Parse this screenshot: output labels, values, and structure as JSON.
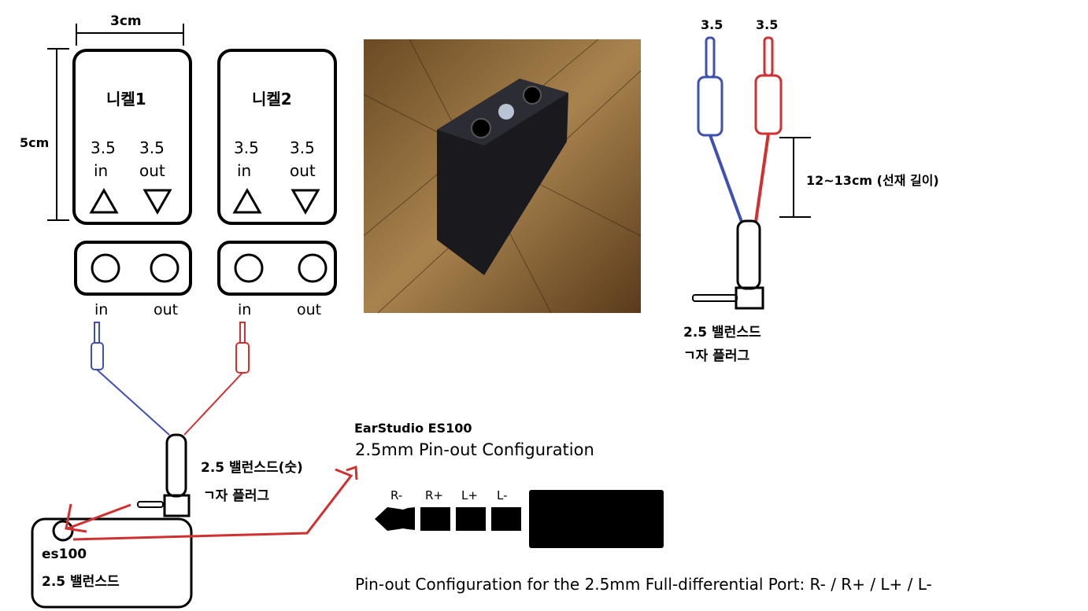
{
  "dimensions": {
    "width": "3cm",
    "height": "5cm"
  },
  "boxes": [
    {
      "title": "니켈1",
      "in_label": "3.5\nin",
      "in_size": "3.5",
      "in_text": "in",
      "out_size": "3.5",
      "out_text": "out",
      "jack_in": "in",
      "jack_out": "out"
    },
    {
      "title": "니켈2",
      "in_size": "3.5",
      "in_text": "in",
      "out_size": "3.5",
      "out_text": "out",
      "jack_in": "in",
      "jack_out": "out"
    }
  ],
  "left_plug": {
    "line1": "2.5 밸런스드(숫)",
    "line2": "ㄱ자 플러그"
  },
  "es100": {
    "name": "es100",
    "port": "2.5 밸런스드"
  },
  "right_cable": {
    "plug_a": "3.5",
    "plug_b": "3.5",
    "length": "12~13cm (선재 길이)",
    "line1": "2.5 밸런스드",
    "line2": "ㄱ자 플러그"
  },
  "pinout": {
    "brand": "EarStudio ES100",
    "title": "2.5mm Pin-out Configuration",
    "pins": [
      "R-",
      "R+",
      "L+",
      "L-"
    ],
    "caption_main": "Pin-out Configuration for the 2.5mm Full-differential Port:",
    "caption_pins": "R- / R+ / L+ / L-"
  },
  "colors": {
    "blue": "#4050b0",
    "red": "#d03030",
    "pin_label": "#888888"
  }
}
